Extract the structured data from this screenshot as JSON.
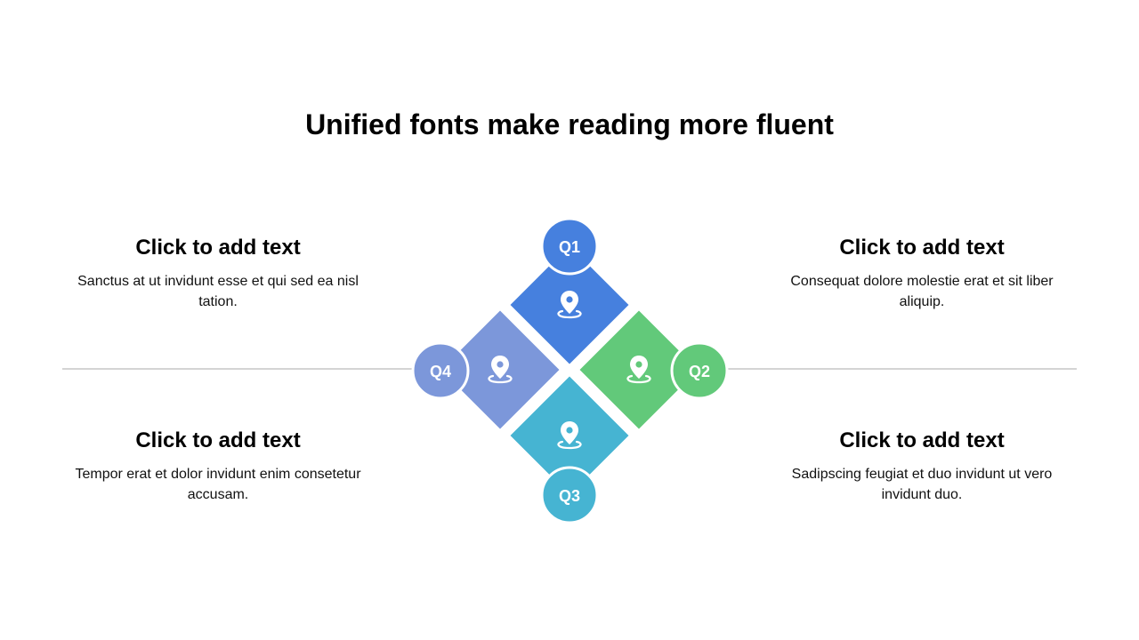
{
  "title": "Unified fonts make reading more fluent",
  "quadrants": [
    {
      "badge": "Q1",
      "color": "#4680DE",
      "icon": "location-pin-icon"
    },
    {
      "badge": "Q2",
      "color": "#62C97A",
      "icon": "location-pin-icon"
    },
    {
      "badge": "Q3",
      "color": "#46B4D2",
      "icon": "location-pin-icon"
    },
    {
      "badge": "Q4",
      "color": "#7C97DA",
      "icon": "location-pin-icon"
    }
  ],
  "blocks": {
    "top_left": {
      "heading": "Click to add text",
      "body": "Sanctus at ut invidunt esse et qui sed ea nisl tation."
    },
    "top_right": {
      "heading": "Click to add text",
      "body": "Consequat dolore molestie erat et sit liber aliquip."
    },
    "bottom_left": {
      "heading": "Click to add text",
      "body": "Tempor erat et dolor invidunt enim consetetur accusam."
    },
    "bottom_right": {
      "heading": "Click to add text",
      "body": "Sadipscing feugiat et duo invidunt ut vero invidunt duo."
    }
  }
}
